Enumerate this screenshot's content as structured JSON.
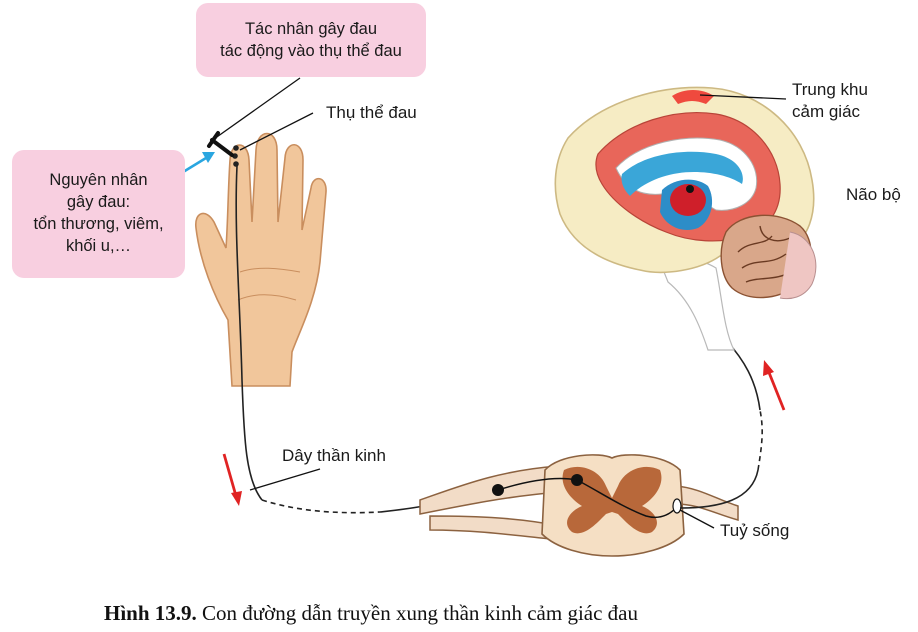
{
  "boxes": {
    "stimulus": [
      "Tác nhân gây đau",
      "tác động vào thụ thể đau"
    ],
    "cause": [
      "Nguyên nhân",
      "gây đau:",
      "tổn thương, viêm,",
      "khối u,…"
    ]
  },
  "labels": {
    "receptor": "Thụ thể đau",
    "center": [
      "Trung khu",
      "cảm giác"
    ],
    "brain": "Não bộ",
    "nerve": "Dây thần kinh",
    "spinal_cord": "Tuỷ sống"
  },
  "caption": {
    "number": "Hình 13.9.",
    "text": "Con đường dẫn truyền xung thần kinh cảm giác đau"
  },
  "colors": {
    "box_fill": "#f8cfe0",
    "skin": "#f1c69b",
    "pain_arrow": "#e02323",
    "cause_arrow": "#2aa6e0",
    "brain_red": "#e8665a",
    "brain_cream": "#f6ecc4",
    "spinal_brown": "#b8683a"
  }
}
